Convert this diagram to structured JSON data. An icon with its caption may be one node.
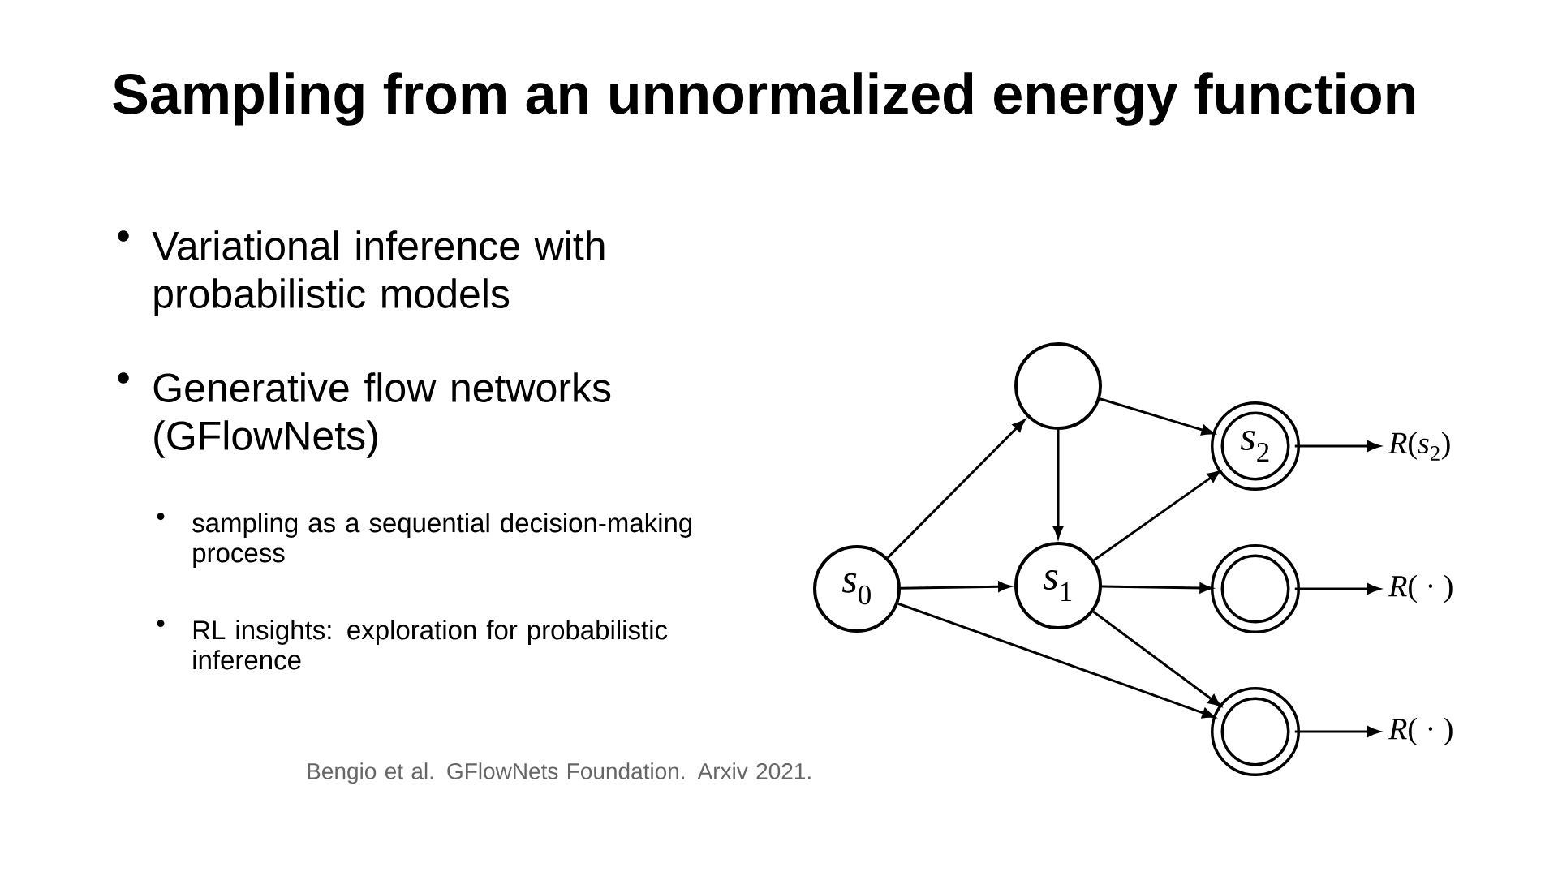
{
  "diagram": {
    "title": "Sampling from an unnormalized energy function",
    "nodes": [
      {
        "text": [],
        "shape": "circle"
      },
      {
        "text": [
          "*s*$_{2}$"
        ]
      },
      {
        "text": [
          "*R*(*s*$_{2}$)"
        ]
      },
      {
        "text": [
          "*s*$_{0}$"
        ]
      },
      {
        "text": [
          "*s*$_{1}$"
        ]
      },
      {
        "text": [],
        "shape": "circle"
      },
      {
        "text": [
          "*R*( · )"
        ]
      },
      {
        "text": [],
        "shape": "circle"
      },
      {
        "text": [
          "*R*( · )"
        ]
      }
    ],
    "edges": [
      {
        "from": 3,
        "to": 0,
        "arrow": "to"
      },
      {
        "from": 3,
        "to": 4,
        "arrow": "to"
      },
      {
        "from": 3,
        "to": 7,
        "arrow": "to"
      },
      {
        "from": 0,
        "to": 4,
        "arrow": "to"
      },
      {
        "from": 0,
        "to": 1,
        "arrow": "to"
      },
      {
        "from": 4,
        "to": 1,
        "arrow": "to"
      },
      {
        "from": 4,
        "to": 5,
        "arrow": "to"
      },
      {
        "from": 4,
        "to": 7,
        "arrow": "to"
      },
      {
        "from": 1,
        "to": 2,
        "arrow": "to"
      },
      {
        "from": 5,
        "to": 6,
        "arrow": "to"
      },
      {
        "from": 7,
        "to": 8,
        "arrow": "to"
      }
    ],
    "labels": [
      "•",
      "Variational inference with probabilistic models",
      "•",
      "Generative flow networks (GFlowNets)",
      "•",
      "sampling as a sequential decision-making process",
      "•",
      "RL insights: exploration for probabilistic inference",
      "Bengio et al. GFlowNets Foundation. Arxiv 2021."
    ]
  }
}
